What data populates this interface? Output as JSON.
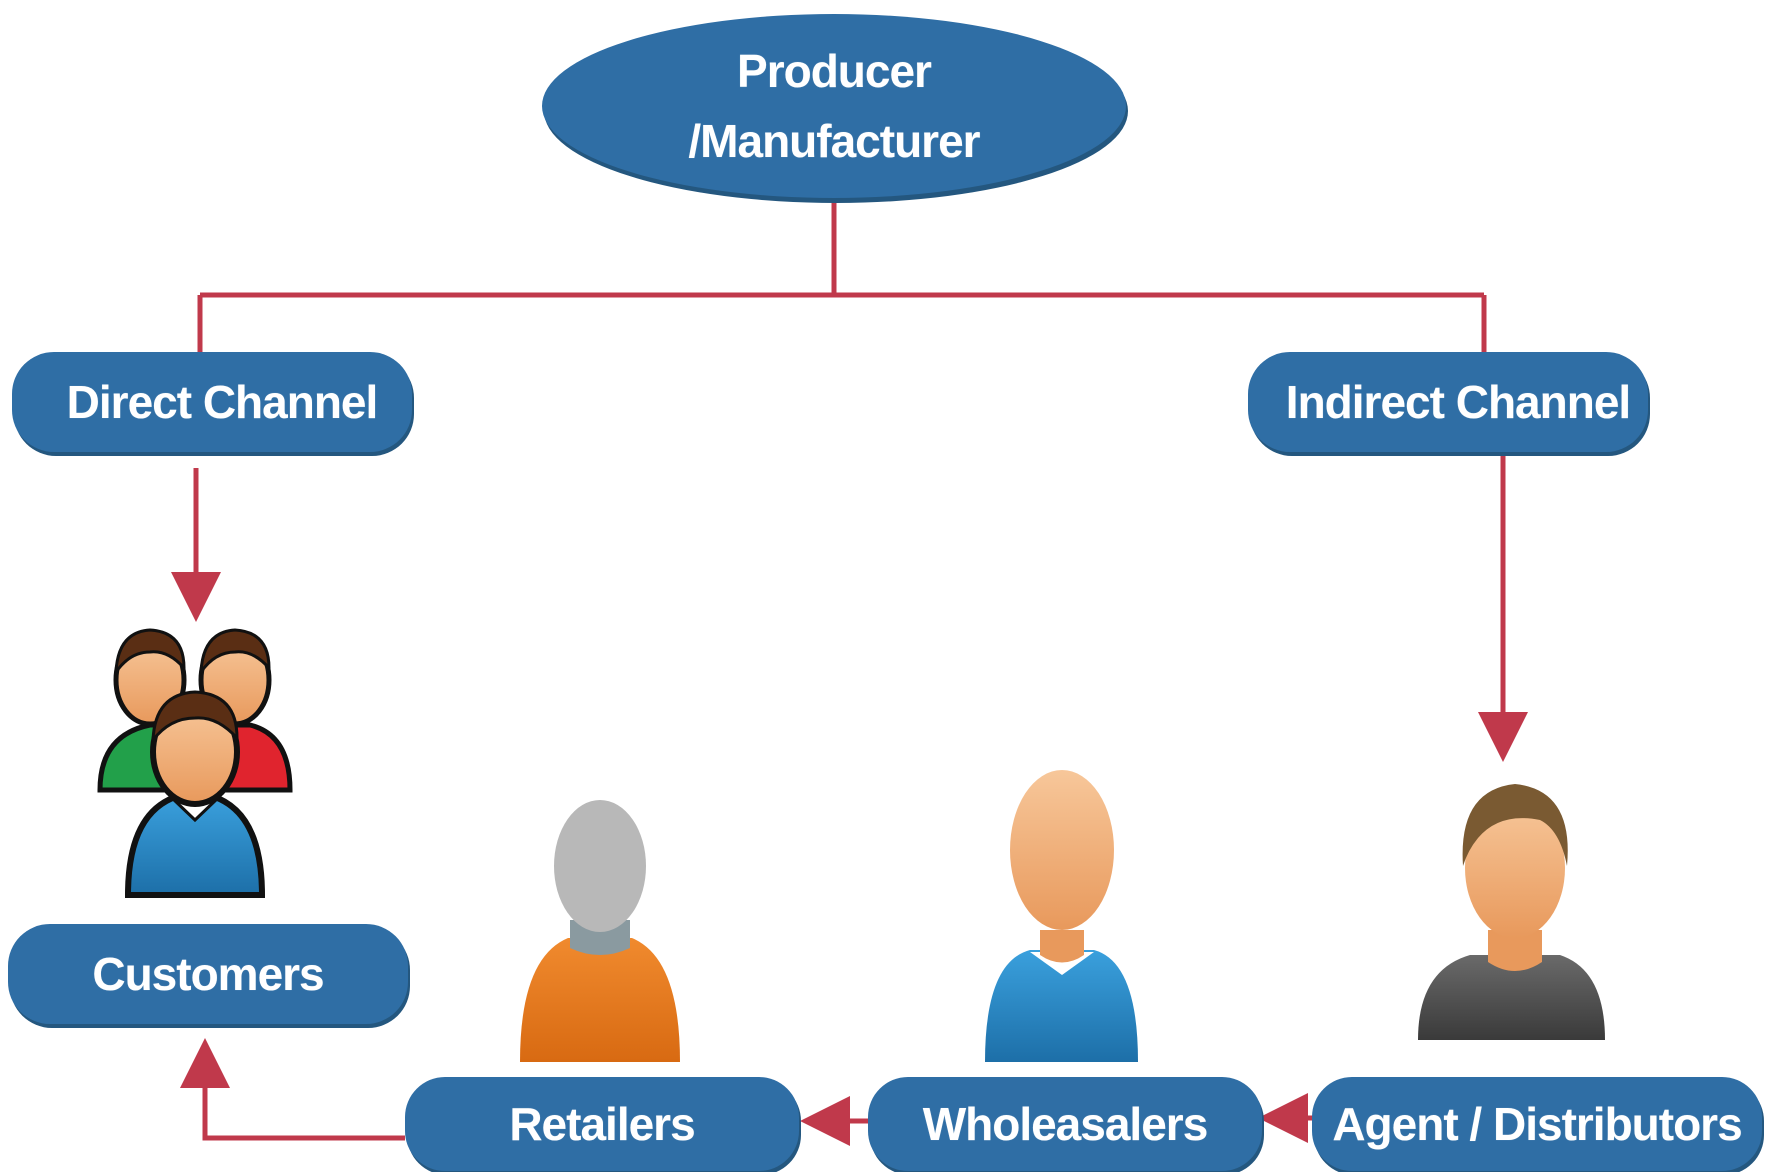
{
  "colors": {
    "node_fill": "#2f6ea5",
    "node_shadow": "#24577f",
    "connector": "#c0394b",
    "label": "#ffffff"
  },
  "nodes": {
    "producer": {
      "line1": "Producer",
      "line2": "/Manufacturer"
    },
    "direct_channel": "Direct Channel",
    "indirect_channel": "Indirect Channel",
    "customers": "Customers",
    "retailers": "Retailers",
    "wholesalers": "Wholeasalers",
    "agent_distributors": "Agent / Distributors"
  },
  "icons": {
    "customers": "customers-group-icon",
    "retailers": "retailer-person-icon",
    "wholesalers": "wholesaler-person-icon",
    "agent": "agent-person-icon"
  }
}
